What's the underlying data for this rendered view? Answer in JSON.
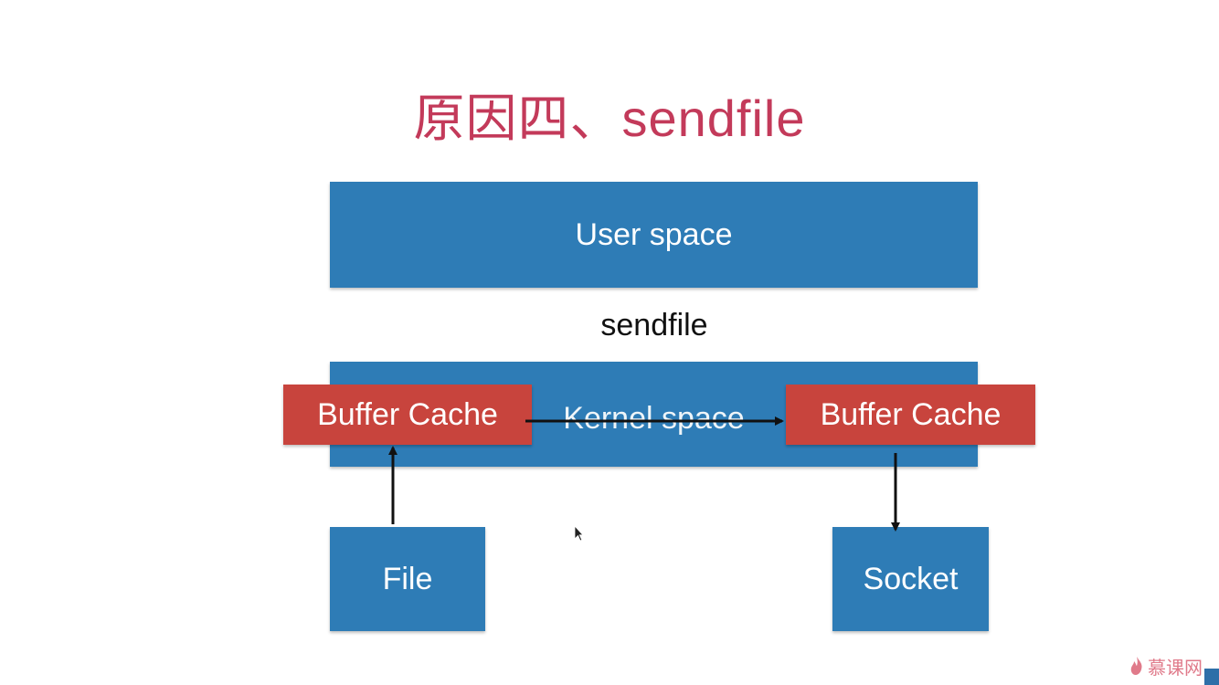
{
  "title": "原因四、sendfile",
  "diagram": {
    "user_space": "User space",
    "sendfile_label": "sendfile",
    "kernel_space": "Kernel space",
    "buffer_cache_left": "Buffer Cache",
    "buffer_cache_right": "Buffer Cache",
    "file": "File",
    "socket": "Socket"
  },
  "watermark": {
    "text": "慕课网"
  },
  "colors": {
    "title": "#c33a5a",
    "box_blue": "#2e7cb6",
    "box_red": "#c8443d",
    "arrow": "#111111"
  }
}
